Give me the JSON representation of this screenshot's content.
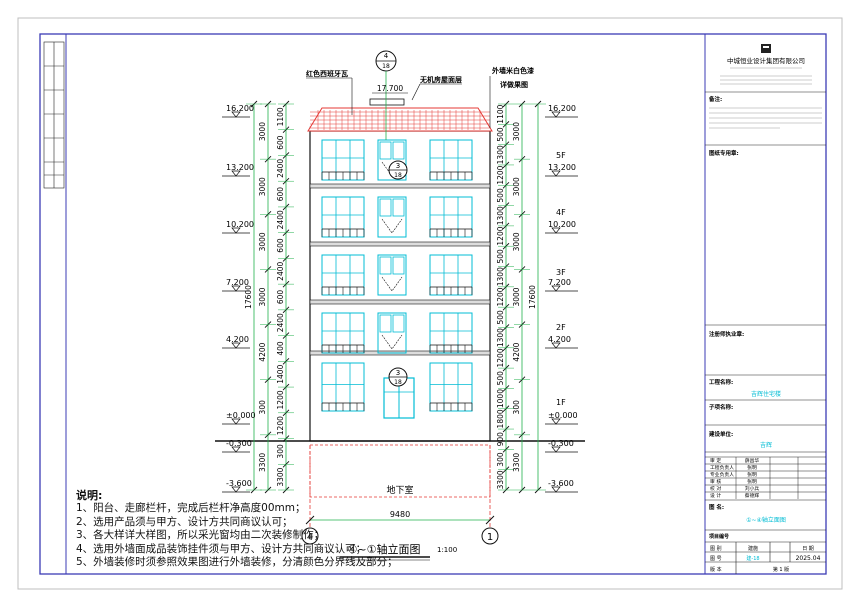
{
  "drawing": {
    "title": "④~①轴立面图",
    "scale": "1:100",
    "axis_left": "4",
    "axis_right": "1",
    "overall_width": "9480",
    "roof_width": "17.700",
    "basement_label": "地下室",
    "callouts": {
      "top": {
        "num": "4",
        "den": "18"
      },
      "mid": {
        "num": "3",
        "den": "18"
      },
      "low": {
        "num": "3",
        "den": "18"
      }
    },
    "annotations": {
      "roof_tile": "红色西班牙瓦",
      "roof_frame": "无机房屋面层",
      "wall_finish_1": "外墙米白色漆",
      "wall_finish_2": "详做果图"
    },
    "floors": [
      "5F",
      "4F",
      "3F",
      "2F",
      "1F"
    ],
    "elevations_left": [
      "16.200",
      "13.200",
      "10.200",
      "7.200",
      "4.200",
      "±0.000",
      "-0.300",
      "-3.600"
    ],
    "elevations_right": [
      "16.200",
      "13.200",
      "10.200",
      "7.200",
      "4.200",
      "±0.000",
      "-0.300",
      "-3.600"
    ],
    "dims_left_col1": [
      "3000",
      "3000",
      "3000",
      "3000",
      "4200",
      "300",
      "3300"
    ],
    "dims_left_col2": [
      "1100",
      "600",
      "2400",
      "600",
      "2400",
      "600",
      "2400",
      "600",
      "2400",
      "400",
      "1400",
      "1200",
      "1200",
      "300",
      "3300"
    ],
    "dims_left_total": "17600",
    "dims_right_col1": [
      "1100",
      "500",
      "1300",
      "1200",
      "500",
      "1300",
      "1200",
      "500",
      "1300",
      "1200",
      "500",
      "1300",
      "1200",
      "500",
      "1000",
      "1800",
      "900",
      "300",
      "3300"
    ],
    "dims_right_col2": [
      "3000",
      "3000",
      "3000",
      "3000",
      "4200",
      "300",
      "3300"
    ],
    "dims_right_total": "17600"
  },
  "notes": {
    "title": "说明:",
    "items": [
      "1、阳台、走廊栏杆，完成后栏杆净高度00mm；",
      "2、选用产品须与甲方、设计方共同商议认可；",
      "3、各大样详大样图，所以采光窗均由二次装修制作；",
      "4、选用外墙面成品装饰挂件须与甲方、设计方共同商议认可；",
      "5、外墙装修时须参照效果图进行外墙装修，分清颜色分界线及部分；"
    ]
  },
  "title_block": {
    "company": "中城恒业设计集团有限公司",
    "section_notes": "备注:",
    "section_stamp": "图纸专用章:",
    "section_reg": "注册师执业章:",
    "project_label": "工程名称:",
    "project_name": "吉辉住宅楼",
    "sub_label": "子项名称:",
    "owner_label": "建设单位:",
    "owner_name": "吉辉",
    "drawing_label": "图  名:",
    "drawing_name": "①~④轴立面图",
    "project_no_label": "项目编号",
    "role_rows": [
      [
        "审  定",
        "薛昌华",
        ""
      ],
      [
        "工程负责人",
        "张明",
        ""
      ],
      [
        "专业负责人",
        "张明",
        ""
      ],
      [
        "审  核",
        "张明",
        ""
      ],
      [
        "校  对",
        "刘小兵",
        ""
      ],
      [
        "设  计",
        "蔡德辉",
        ""
      ]
    ],
    "row_a": [
      "图  别",
      "建施",
      "日  期"
    ],
    "row_b": [
      "图  号",
      "建-18",
      "2025.04"
    ],
    "row_c": [
      "版  本",
      "第 1 版"
    ]
  },
  "colors": {
    "frame": "#3b3bb5",
    "dim": "#22b14c",
    "window": "#00bcd4",
    "roof": "#e53935",
    "line": "#111111"
  }
}
